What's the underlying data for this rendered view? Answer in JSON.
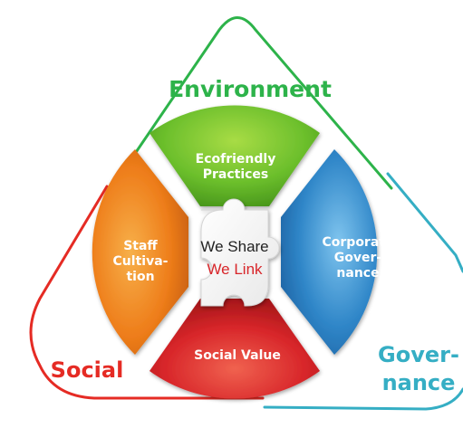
{
  "outer_labels": {
    "environment": "Environment",
    "social": "Social",
    "governance_line1": "Gover-",
    "governance_line2": "nance"
  },
  "segments": {
    "top": {
      "line1": "Ecofriendly",
      "line2": "Practices"
    },
    "left": {
      "line1": "Staff",
      "line2": "Cultiva-",
      "line3": "tion"
    },
    "right": {
      "line1": "Corporate",
      "line2": "Gover-",
      "line3": "nance"
    },
    "bottom": {
      "line1": "Social Value"
    }
  },
  "center": {
    "line1": "We Share",
    "line2": "We Link"
  },
  "colors": {
    "environment": "#2db34a",
    "social": "#e52b24",
    "governance": "#35aec4",
    "segment_top": "#6cbf2c",
    "segment_left": "#ee7d1a",
    "segment_right": "#2f86c8",
    "segment_bottom": "#d8262a",
    "center_accent": "#d8262a"
  }
}
